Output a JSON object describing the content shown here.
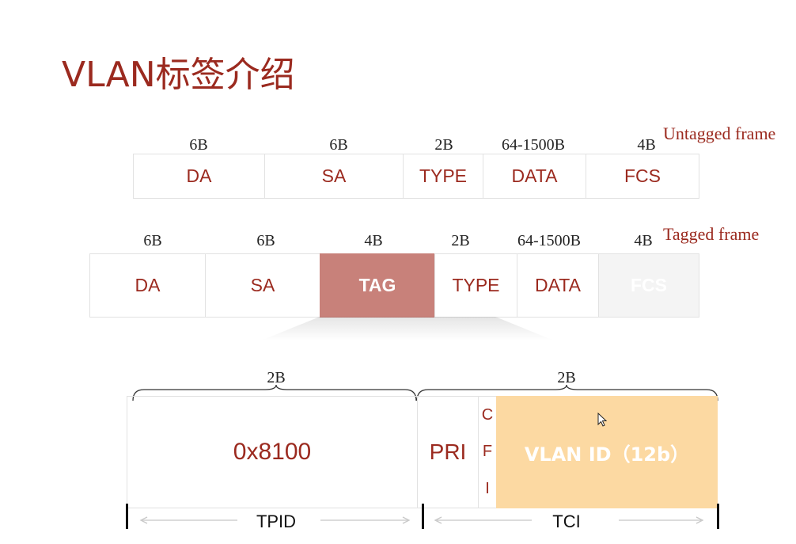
{
  "title": "VLAN标签介绍",
  "untagged": {
    "label": "Untagged frame",
    "fields": [
      {
        "name": "DA",
        "size": "6B"
      },
      {
        "name": "SA",
        "size": "6B"
      },
      {
        "name": "TYPE",
        "size": "2B"
      },
      {
        "name": "DATA",
        "size": "64-1500B"
      },
      {
        "name": "FCS",
        "size": "4B"
      }
    ]
  },
  "tagged": {
    "label": "Tagged frame",
    "fields": [
      {
        "name": "DA",
        "size": "6B"
      },
      {
        "name": "SA",
        "size": "6B"
      },
      {
        "name": "TAG",
        "size": "4B"
      },
      {
        "name": "TYPE",
        "size": "2B"
      },
      {
        "name": "DATA",
        "size": "64-1500B"
      },
      {
        "name": "FCS",
        "size": "4B"
      }
    ]
  },
  "tag_detail": {
    "tpid_size": "2B",
    "tci_size": "2B",
    "tpid_value": "0x8100",
    "pri": "PRI",
    "cfi": [
      "C",
      "F",
      "I"
    ],
    "vlan_id": "VLAN ID（12b）",
    "tpid_label": "TPID",
    "tci_label": "TCI"
  },
  "colors": {
    "accent": "#9b2a1f",
    "tag_fill": "#c8817a",
    "vlan_fill": "#fcd9a2"
  }
}
